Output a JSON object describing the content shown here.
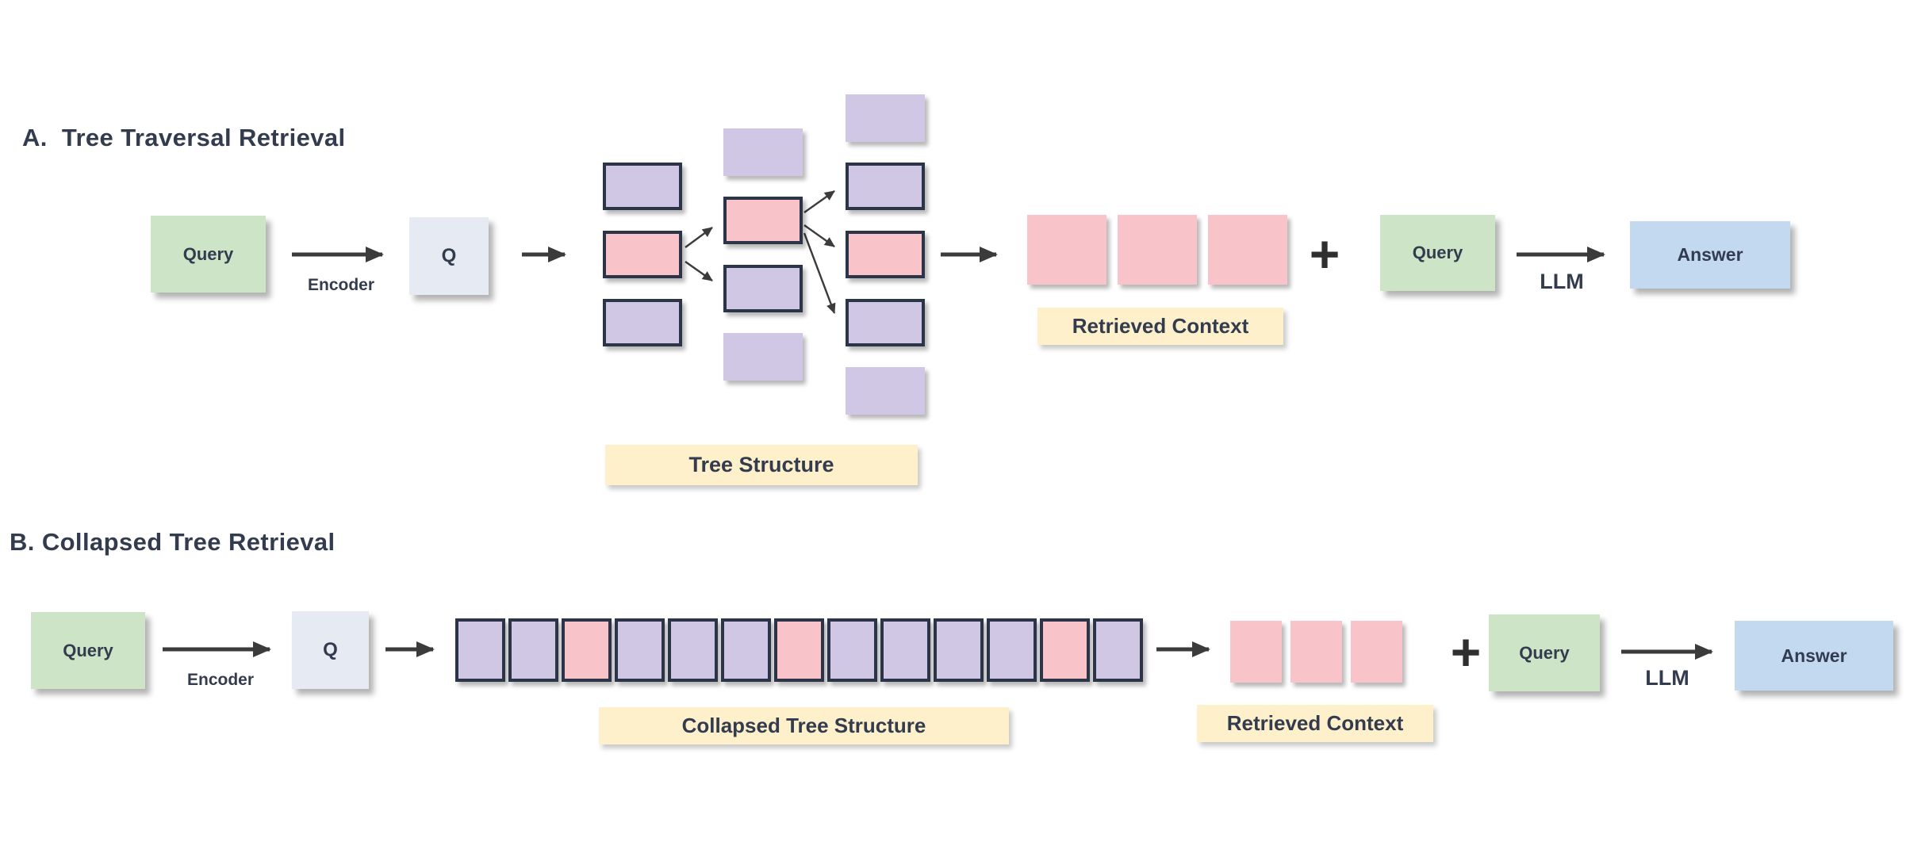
{
  "colors": {
    "green": "#cee4c6",
    "qbox": "#e5eaf3",
    "purple": "#cfc7e4",
    "pink": "#f8c4ca",
    "blue": "#c3d9ef",
    "yellow": "#fdf0cb",
    "border": "#2b3547",
    "text": "#333c4e",
    "arrow": "#3b3b3b"
  },
  "section_a": {
    "title": "A.  Tree Traversal Retrieval",
    "query_label": "Query",
    "encoder_label": "Encoder",
    "q_label": "Q",
    "tree_structure_label": "Tree Structure",
    "tree_layers": [
      [
        {
          "color": "purple",
          "border": true
        },
        {
          "color": "pink",
          "border": true
        },
        {
          "color": "purple",
          "border": true
        }
      ],
      [
        {
          "color": "purple",
          "border": false
        },
        {
          "color": "pink",
          "border": true
        },
        {
          "color": "purple",
          "border": true
        },
        {
          "color": "purple",
          "border": false
        }
      ],
      [
        {
          "color": "purple",
          "border": false
        },
        {
          "color": "purple",
          "border": true
        },
        {
          "color": "pink",
          "border": true
        },
        {
          "color": "purple",
          "border": true
        },
        {
          "color": "purple",
          "border": false
        }
      ]
    ],
    "retrieved_nodes": [
      "pink",
      "pink",
      "pink"
    ],
    "retrieved_label": "Retrieved Context",
    "plus_sign": "+",
    "query2_label": "Query",
    "llm_label": "LLM",
    "answer_label": "Answer"
  },
  "section_b": {
    "title": "B. Collapsed Tree Retrieval",
    "query_label": "Query",
    "encoder_label": "Encoder",
    "q_label": "Q",
    "collapsed_label": "Collapsed Tree Structure",
    "collapsed_nodes": [
      "purple",
      "purple",
      "pink",
      "purple",
      "purple",
      "purple",
      "pink",
      "purple",
      "purple",
      "purple",
      "purple",
      "pink",
      "purple"
    ],
    "retrieved_nodes": [
      "pink",
      "pink",
      "pink"
    ],
    "retrieved_label": "Retrieved Context",
    "plus_sign": "+",
    "query2_label": "Query",
    "llm_label": "LLM",
    "answer_label": "Answer"
  }
}
